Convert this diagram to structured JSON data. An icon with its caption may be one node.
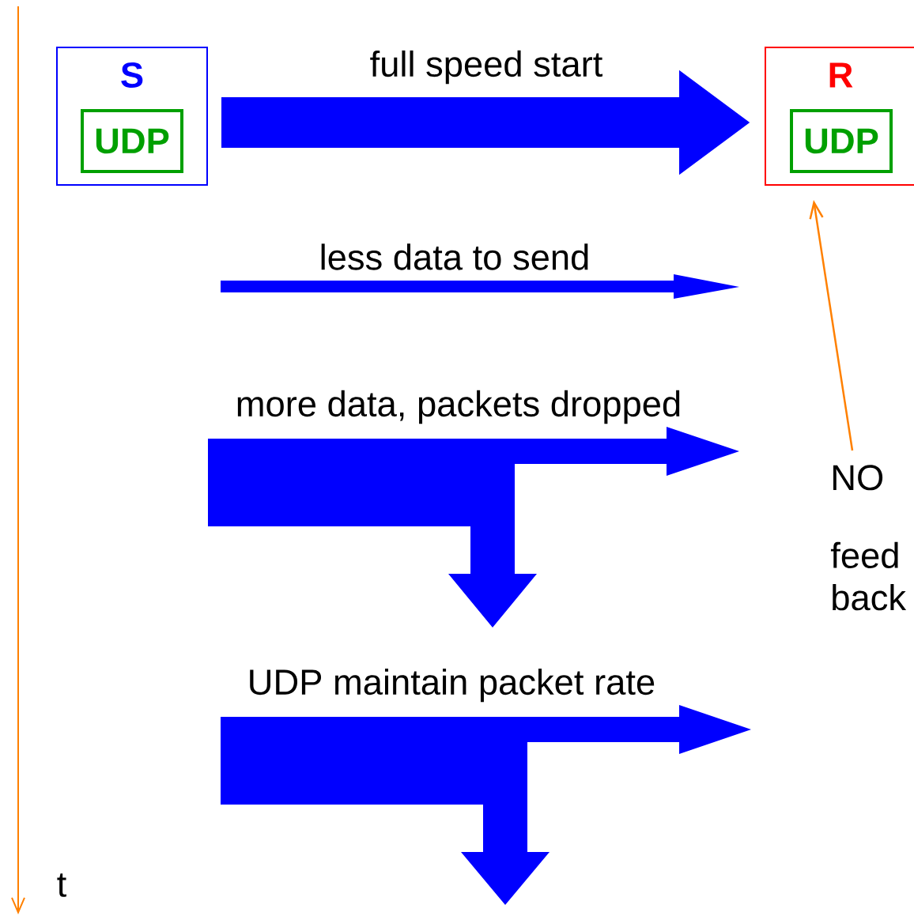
{
  "diagram": {
    "nodes": [
      {
        "text": [
          "S"
        ]
      },
      {
        "text": [
          "UDP"
        ],
        "in": 0
      },
      {
        "text": [
          "R"
        ]
      },
      {
        "text": [
          "UDP"
        ],
        "in": 2
      },
      {
        "text": [
          "NO",
          "feed back"
        ]
      }
    ],
    "edges": [
      {
        "from": 0,
        "to": 2,
        "arrow": "to",
        "label": "full speed start",
        "style": "thick"
      },
      {
        "from": 4,
        "to": 2,
        "arrow": "to",
        "color": "#ff8000"
      }
    ],
    "labels": [
      "less data to send",
      "more data, packets dropped",
      "UDP maintain packet rate",
      "t"
    ]
  }
}
